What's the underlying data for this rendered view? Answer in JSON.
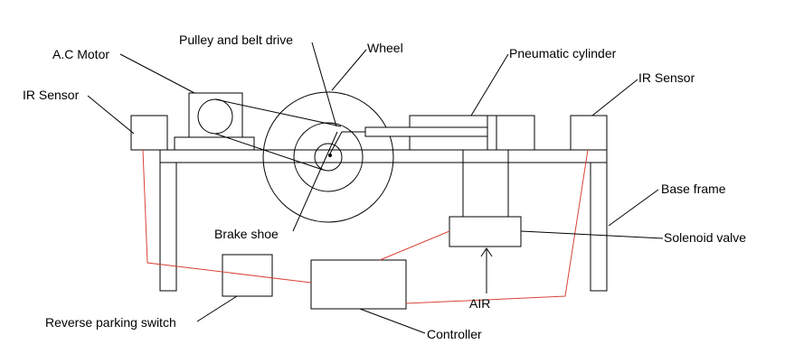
{
  "labels": {
    "ac_motor": "A.C Motor",
    "pulley": "Pulley and belt drive",
    "wheel": "Wheel",
    "pneumatic": "Pneumatic cylinder",
    "ir_left": "IR Sensor",
    "ir_right": "IR Sensor",
    "base_frame": "Base frame",
    "solenoid": "Solenoid valve",
    "brake_shoe": "Brake shoe",
    "air": "AIR",
    "reverse_switch": "Reverse parking switch",
    "controller": "Controller"
  },
  "colors": {
    "line": "#000000",
    "wire": "#d9443a",
    "background": "#ffffff"
  }
}
